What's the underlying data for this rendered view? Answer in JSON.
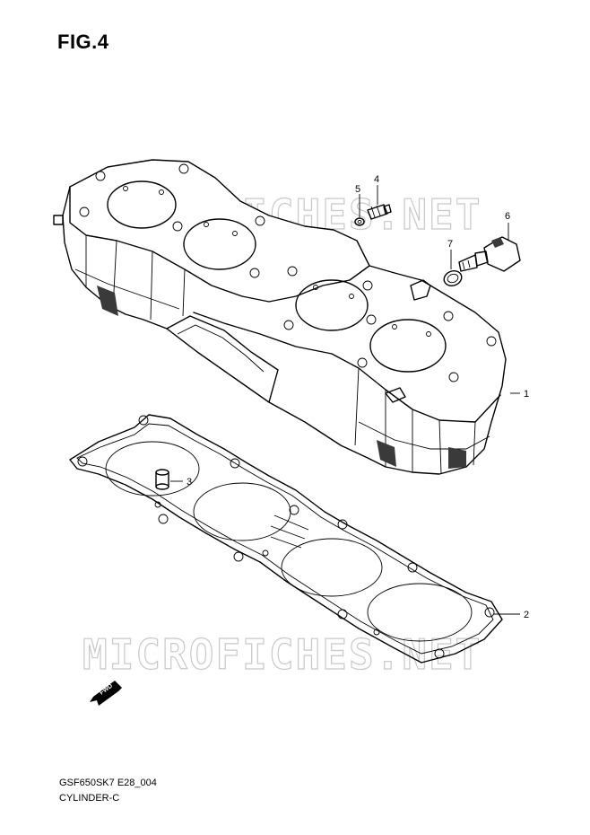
{
  "figure": {
    "title": "FIG.4",
    "model_code": "GSF650SK7 E28_004",
    "section_name": "CYLINDER-C"
  },
  "watermark": {
    "text": "MICROFICHES.NET"
  },
  "callouts": [
    {
      "id": "1",
      "label": "1"
    },
    {
      "id": "2",
      "label": "2"
    },
    {
      "id": "3",
      "label": "3"
    },
    {
      "id": "4",
      "label": "4"
    },
    {
      "id": "5",
      "label": "5"
    },
    {
      "id": "6",
      "label": "6"
    },
    {
      "id": "7",
      "label": "7"
    }
  ],
  "direction_marker": {
    "text": "FWD"
  }
}
